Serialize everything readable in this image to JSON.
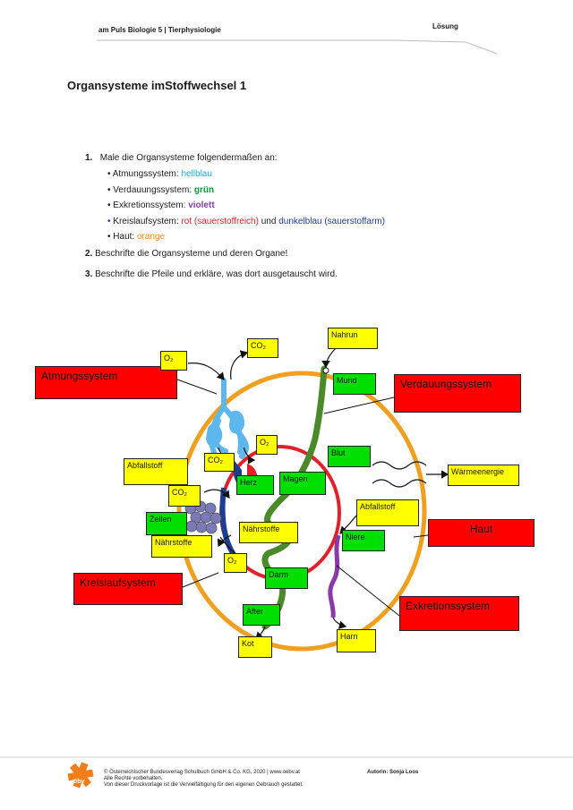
{
  "header": {
    "book": "am Puls Biologie 5 | Tierphysiologie",
    "badge": "Lösung"
  },
  "title": "Organsysteme imStoffwechsel 1",
  "tasks": {
    "t1_num": "1.",
    "t1_text": "Male die Organsysteme folgendermaßen an:",
    "bullets": [
      {
        "label": "Atmungssystem:",
        "color_name": "hellblau",
        "color": "#22a6d6"
      },
      {
        "label": "Verdauungssystem:",
        "color_name": "grün",
        "color": "#0a9a3c"
      },
      {
        "label": "Exkretionssystem:",
        "color_name": "violett",
        "color": "#7b3fa0"
      },
      {
        "label": "Kreislaufsystem:",
        "color_name": "rot (sauerstoffreich)",
        "color": "#e0202a",
        "connector": "und",
        "color_name2": "dunkelblau (sauerstoffarm)",
        "color2": "#1d3d8f"
      },
      {
        "label": "Haut:",
        "color_name": "orange",
        "color": "#f08a1c"
      }
    ],
    "t2_num": "2.",
    "t2_text": "Beschrifte die Organsysteme und deren Organe!",
    "t3_num": "3.",
    "t3_text": "Beschrifte die Pfeile und erkläre, was dort ausgetauscht wird."
  },
  "diagram": {
    "systems": {
      "atmung": "Atmungssystem",
      "verdauung": "Verdauungssystem",
      "haut": "Haut",
      "kreislauf": "Kreislaufsystem",
      "exkretion": "Exkretionssystem"
    },
    "yellow": {
      "o2_top": "O₂",
      "co2_top": "CO₂",
      "nahrung": "Nahrun",
      "o2_mid": "O₂",
      "co2_mid": "CO₂",
      "abfall_left": "Abfallstoff",
      "co2_left": "CO₂",
      "waerme": "Wärmeenergie",
      "abfall_right": "Abfallstoff",
      "naehrstoffe_left": "Nährstoffe",
      "naehrstoffe_mid": "Nährstoffe",
      "o2_low": "O₂",
      "kot": "Kot",
      "harn": "Harn"
    },
    "green": {
      "mund": "Mund",
      "blut": "Blut",
      "herz": "Herz",
      "magen": "Magen",
      "zellen": "Zellen",
      "niere": "Niere",
      "darm": "Darm",
      "after": "After"
    }
  },
  "footer": {
    "line1": "© Österreichischer Bundesverlag Schulbuch GmbH & Co. KG, 2020 | www.oebv.at",
    "line2": "Alle Rechte vorbehalten.",
    "line3": "Von dieser Druckvorlage ist die Vervielfältigung für den eigenen Gebrauch gestattet.",
    "author": "Autorin: Sonja Loos",
    "logo_text": "öbv"
  }
}
